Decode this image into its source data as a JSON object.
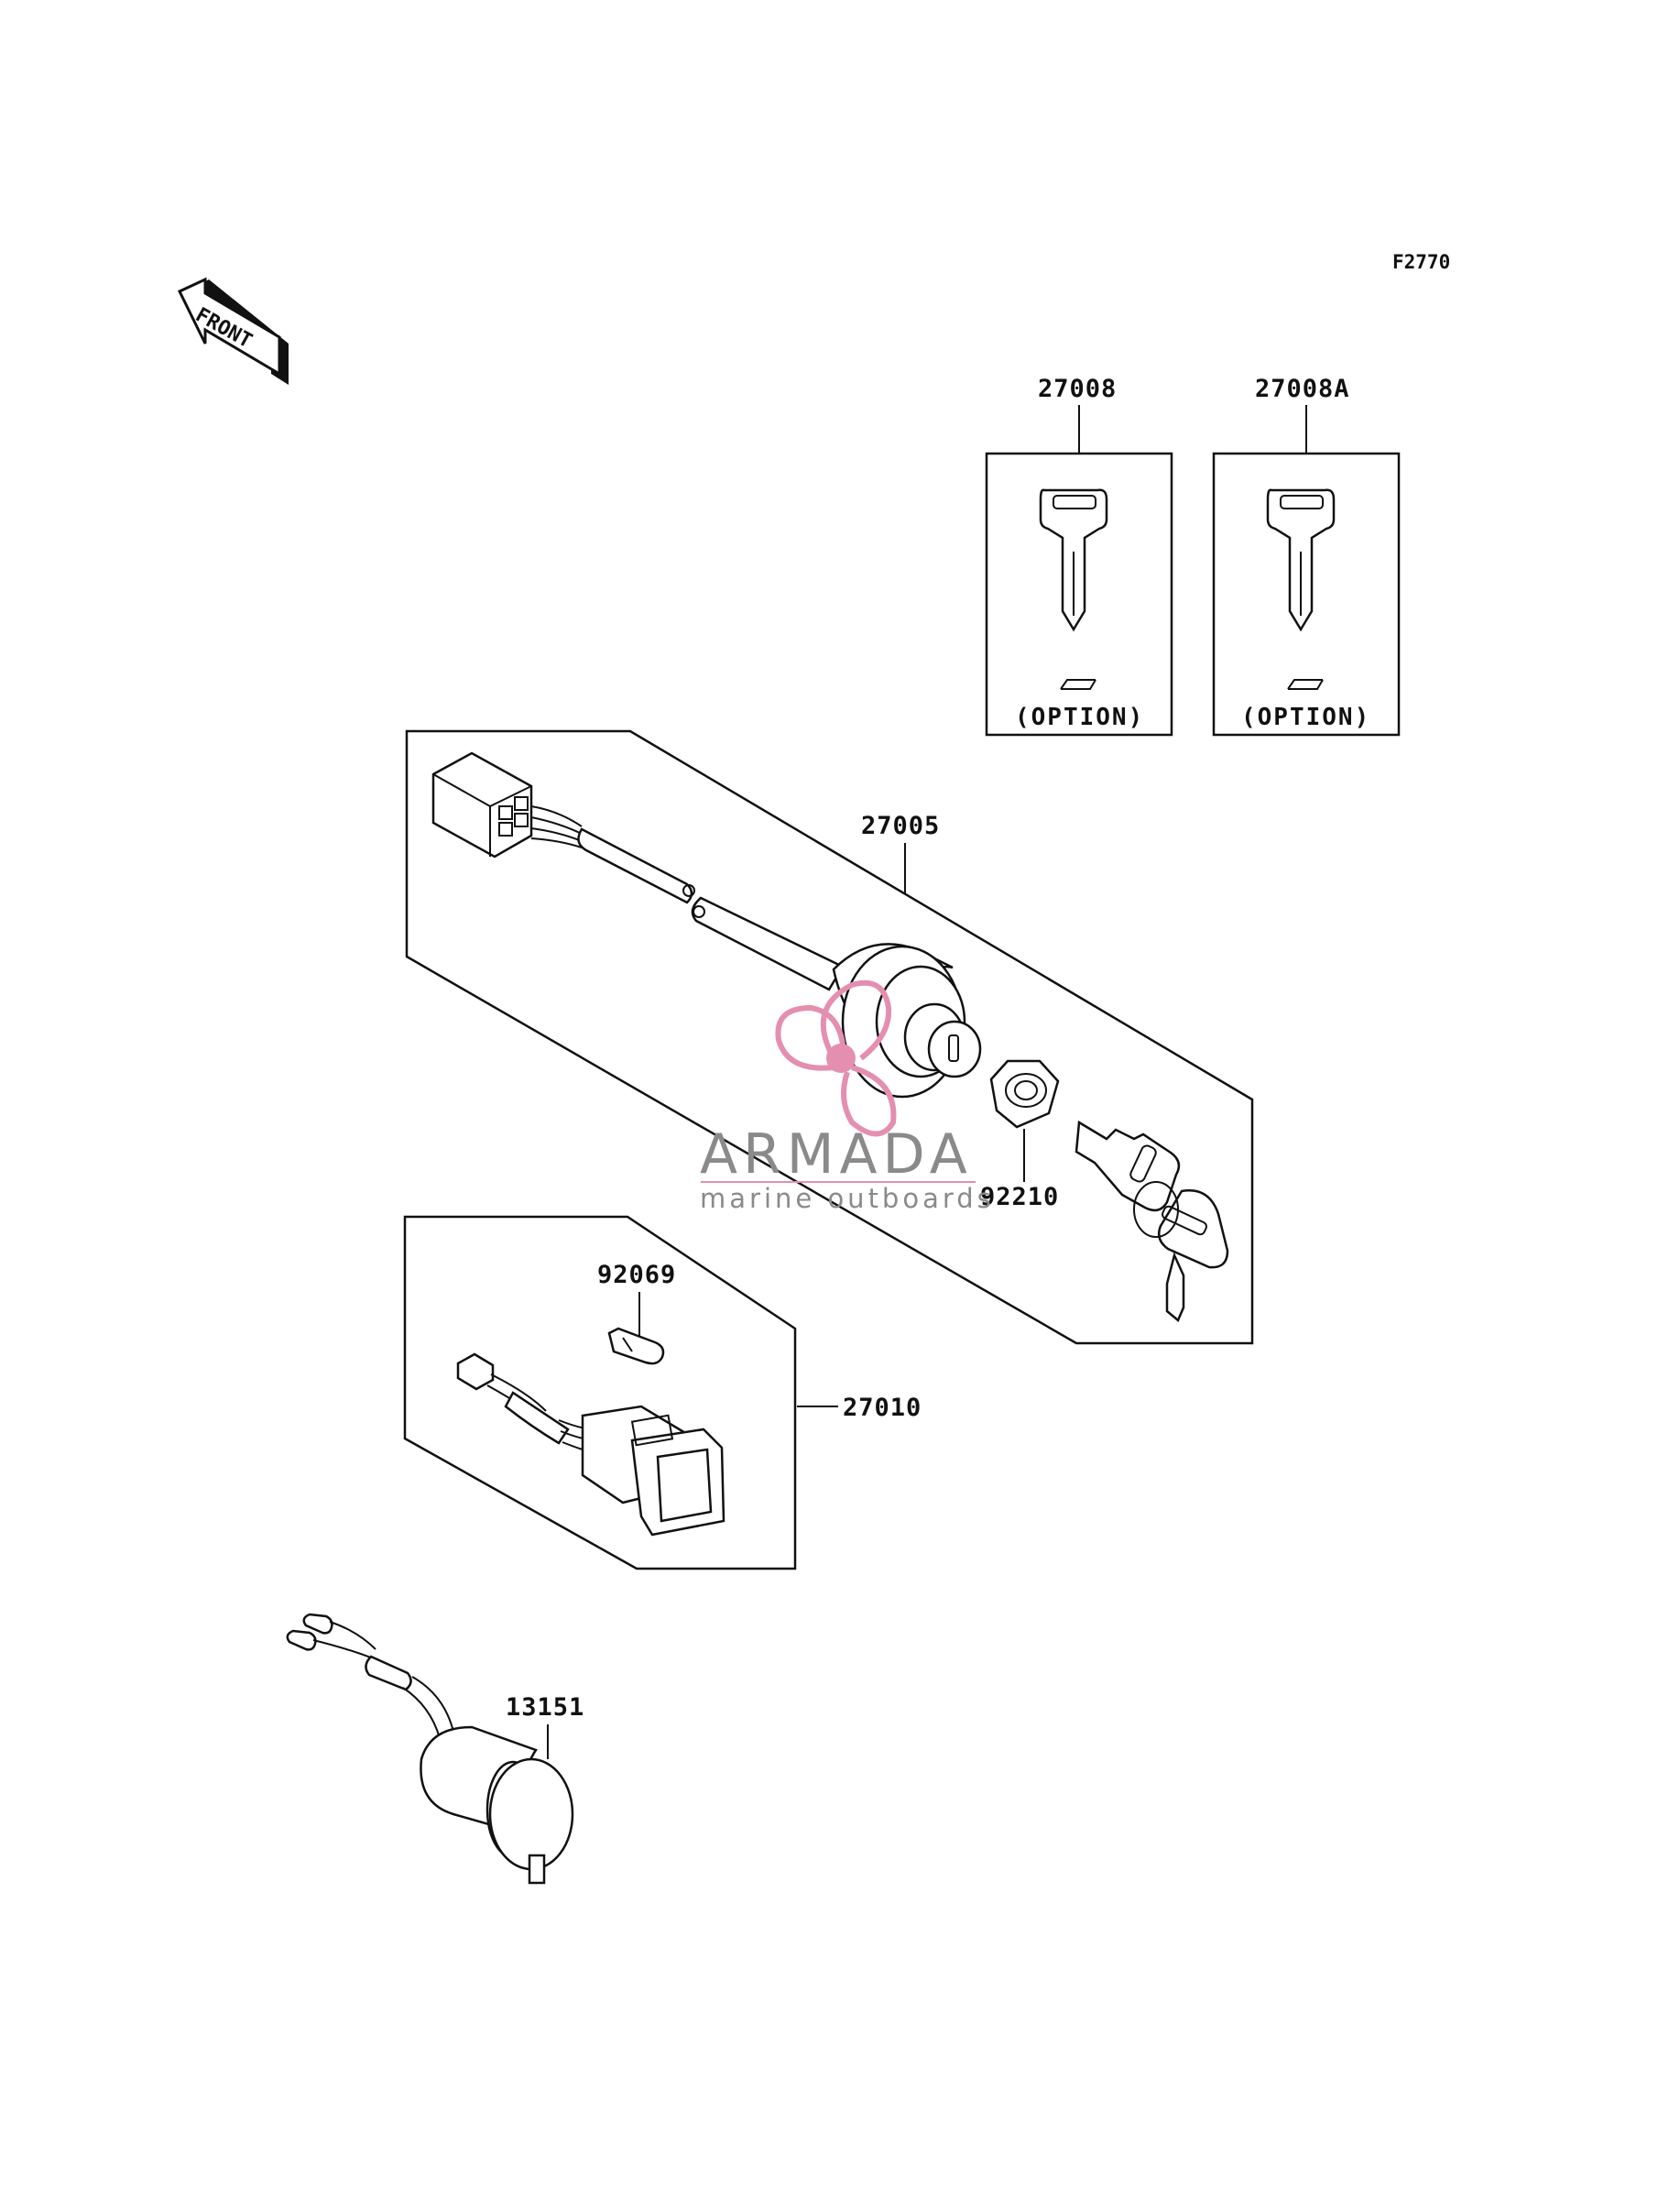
{
  "figure_code": "F2770",
  "front_indicator": "FRONT",
  "parts": {
    "key_a": "27008",
    "key_b": "27008A",
    "ignition_switch": "27005",
    "nut": "92210",
    "bulb": "92069",
    "switch_assy": "27010",
    "horn": "13151"
  },
  "option_label": "(OPTION)",
  "watermark": {
    "brand": "ARMADA",
    "tagline": "marine outboards",
    "accent_color": "#e48fb0",
    "text_color": "#8a8a8a"
  }
}
